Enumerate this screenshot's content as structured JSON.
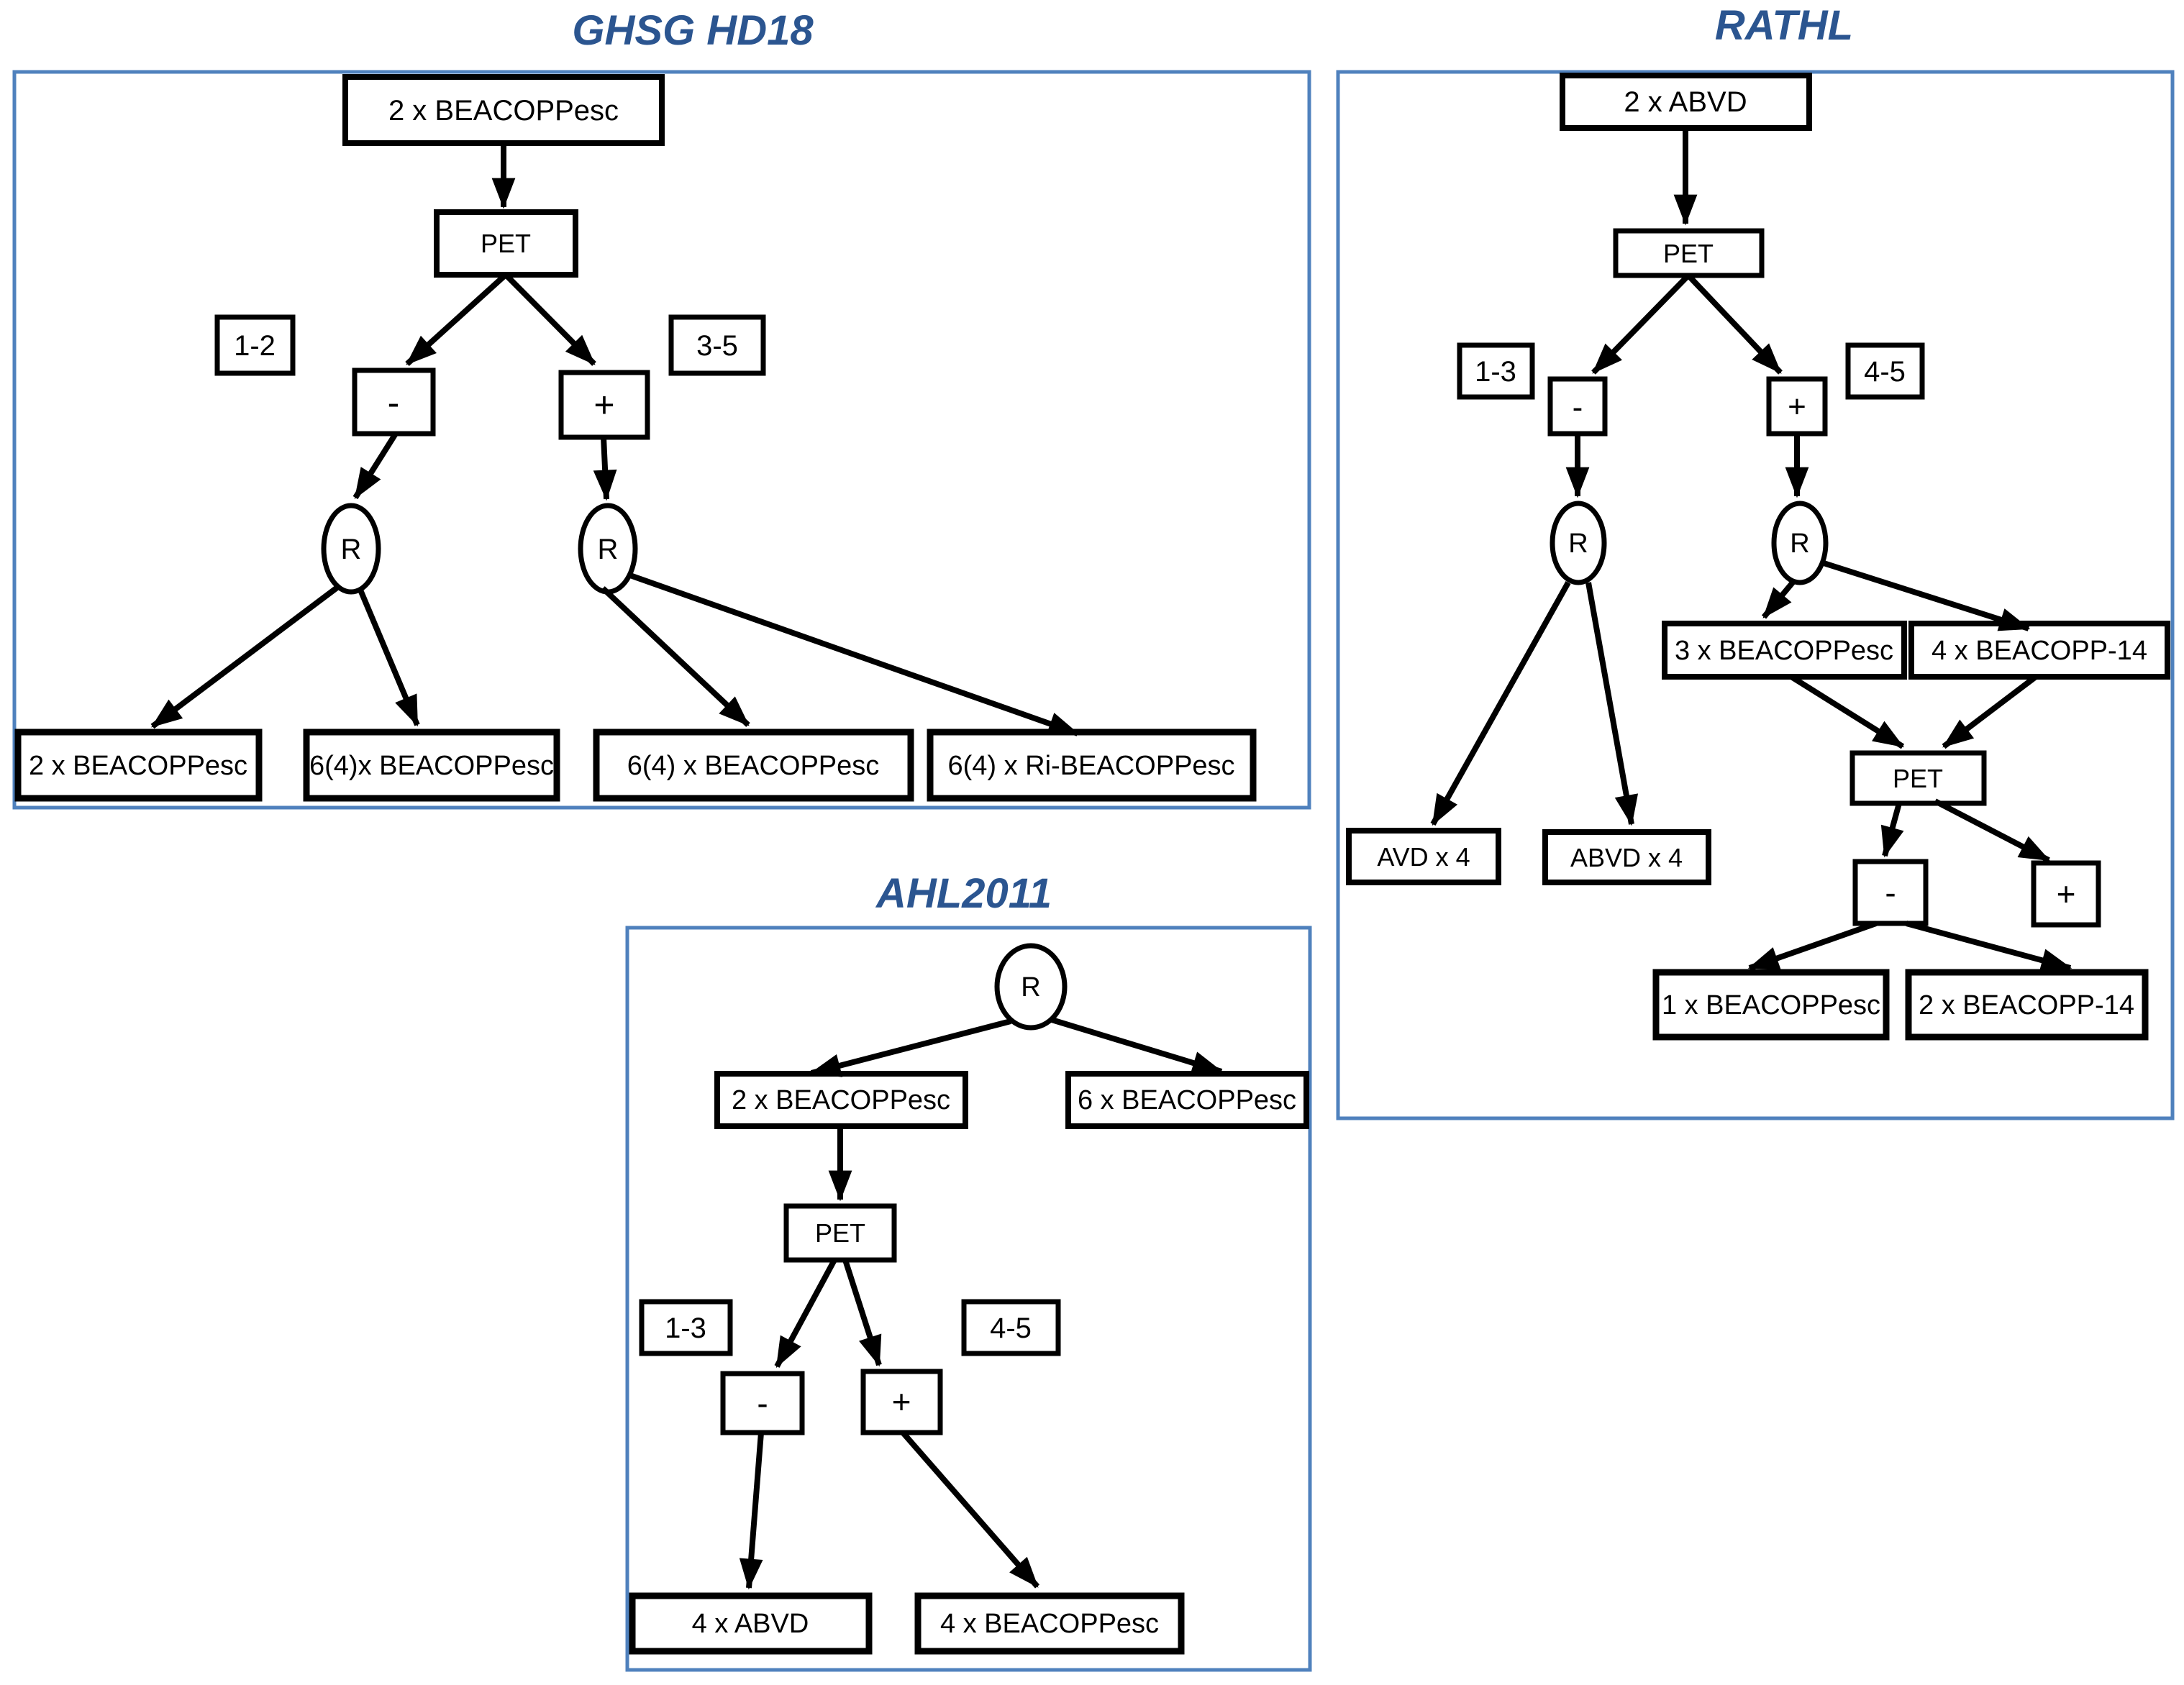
{
  "colors": {
    "panel_border": "#4f81bd",
    "title_text": "#2b5590",
    "shape_stroke": "#000000",
    "background": "#ffffff"
  },
  "panels": {
    "ghsg": {
      "title": "GHSG HD18",
      "nodes": {
        "induction": "2 x BEACOPPesc",
        "pet": "PET",
        "cycles_negative": "1-2",
        "cycles_positive": "3-5",
        "pet_negative": "-",
        "pet_positive": "+",
        "randomization_left": "R",
        "randomization_right": "R",
        "leaf_1": "2 x BEACOPPesc",
        "leaf_2": "6(4)x BEACOPPesc",
        "leaf_3": "6(4) x BEACOPPesc",
        "leaf_4": "6(4) x Ri-BEACOPPesc"
      }
    },
    "rathl": {
      "title": "RATHL",
      "nodes": {
        "induction": "2 x ABVD",
        "pet1": "PET",
        "cycles_negative": "1-3",
        "cycles_positive": "4-5",
        "pet1_negative": "-",
        "pet1_positive": "+",
        "randomization_left": "R",
        "randomization_right": "R",
        "leaf_avd": "AVD x 4",
        "leaf_abvd": "ABVD x 4",
        "escalation_beacopp": "3 x BEACOPPesc",
        "escalation_beacopp14": "4 x BEACOPP-14",
        "pet2": "PET",
        "pet2_negative": "-",
        "pet2_positive": "+",
        "leaf_beacoppesc": "1 x BEACOPPesc",
        "leaf_beacopp14": "2 x BEACOPP-14"
      }
    },
    "ahl2011": {
      "title": "AHL2011",
      "nodes": {
        "randomization": "R",
        "arm_pet_driven": "2 x BEACOPPesc",
        "arm_standard": "6 x BEACOPPesc",
        "pet": "PET",
        "cycles_negative": "1-3",
        "cycles_positive": "4-5",
        "pet_negative": "-",
        "pet_positive": "+",
        "leaf_abvd": "4 x ABVD",
        "leaf_beacopp": "4 x BEACOPPesc"
      }
    }
  }
}
